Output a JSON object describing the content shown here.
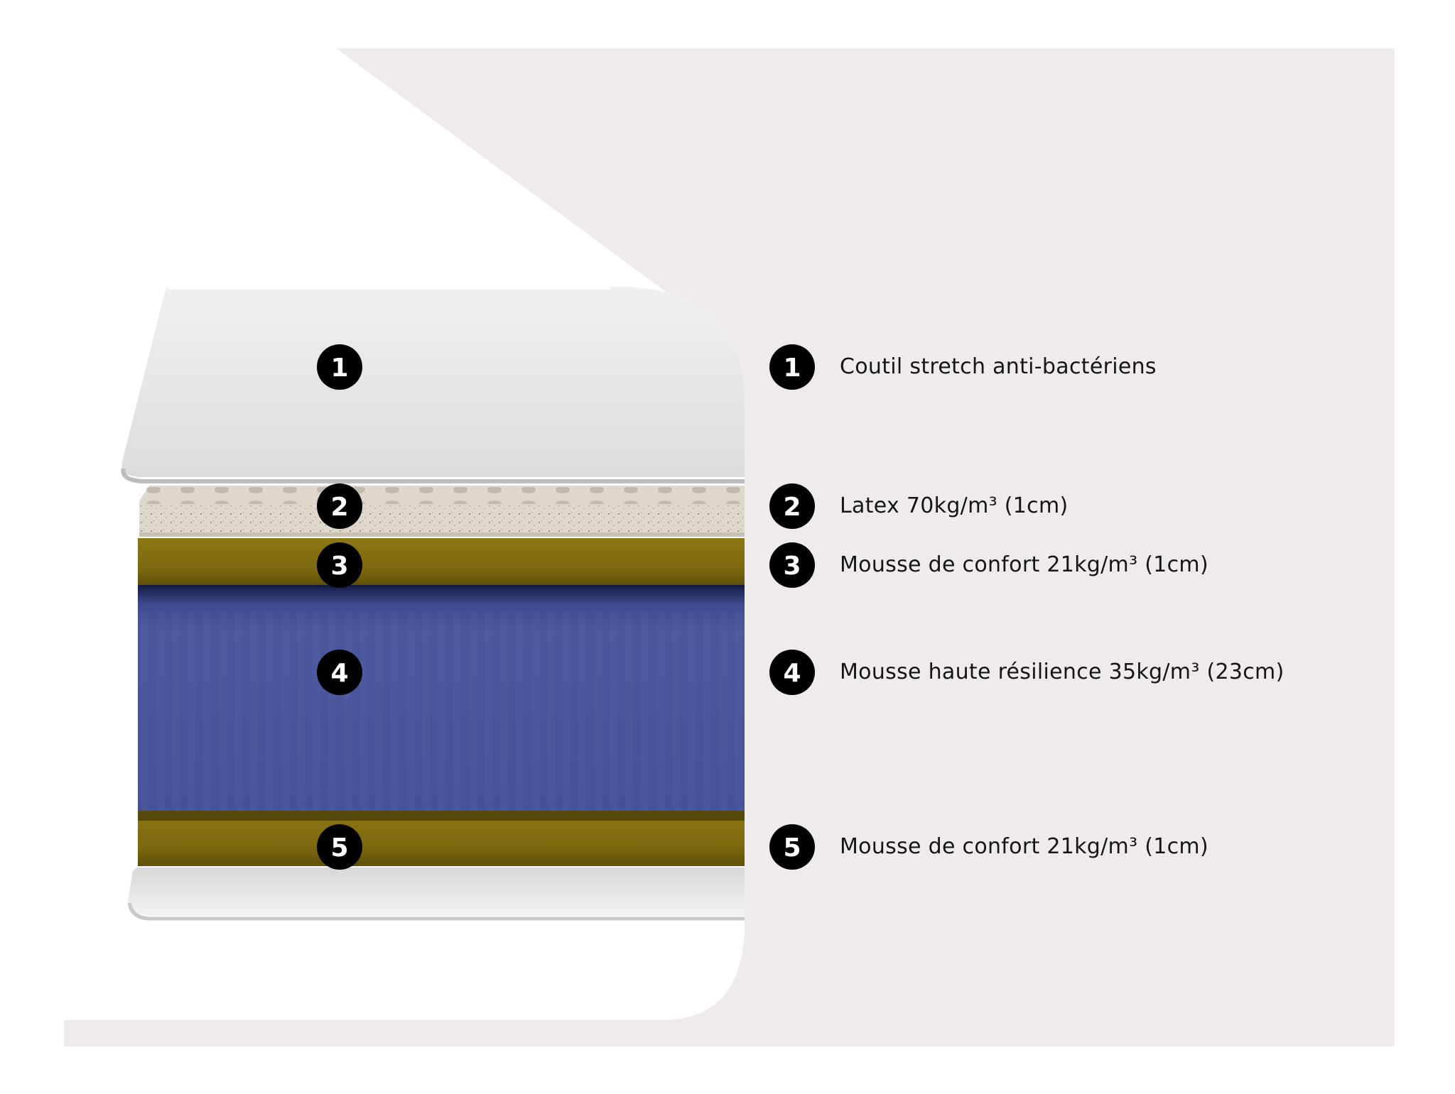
{
  "layers": [
    {
      "number": "1",
      "label": "Coutil stretch anti-bactériens",
      "color": "#e2e2e2"
    },
    {
      "number": "2",
      "label": "Latex 70kg/m³ (1cm)",
      "color": "#ddd7cc"
    },
    {
      "number": "3",
      "label": "Mousse de confort 21kg/m³ (1cm)",
      "color": "#7f6b10"
    },
    {
      "number": "4",
      "label": "Mousse haute résilience 35kg/m³ (23cm)",
      "color": "#48569a"
    },
    {
      "number": "5",
      "label": "Mousse de confort 21kg/m³ (1cm)",
      "color": "#7f6b10"
    }
  ],
  "colors": {
    "background_panel": "#efebeb",
    "badge": "#000000",
    "text": "#151515"
  }
}
